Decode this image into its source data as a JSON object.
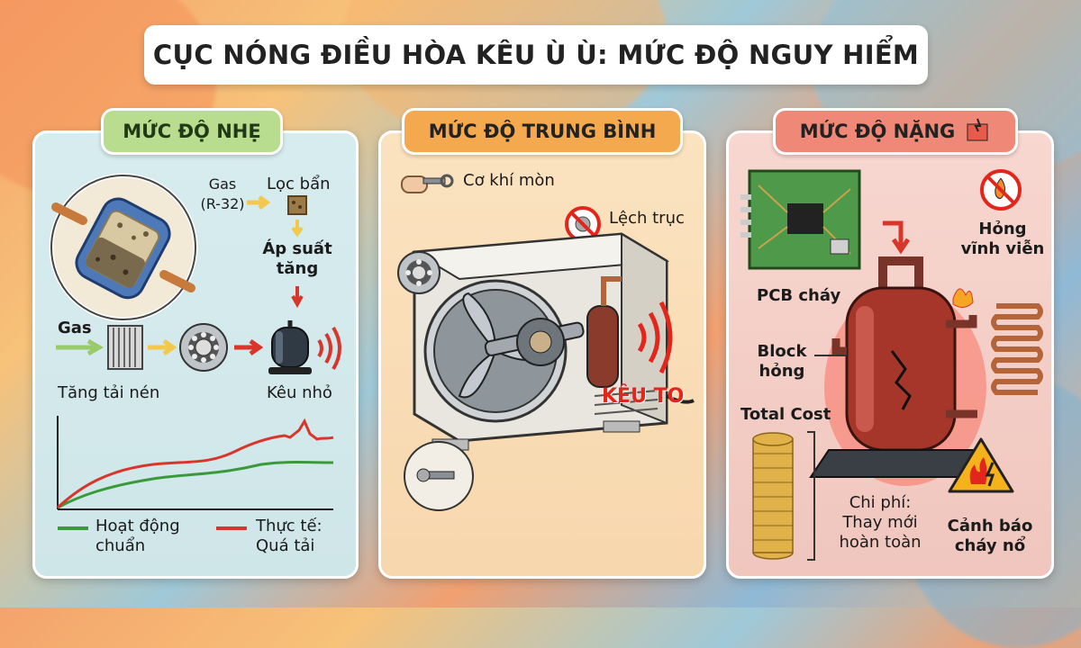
{
  "title": "CỤC NÓNG ĐIỀU HÒA KÊU Ù Ù: MỨC ĐỘ NGUY HIỂM",
  "panels": {
    "mild": {
      "badge": "MỨC ĐỘ NHẸ",
      "gas_r32": "Gas\n(R-32)",
      "dirty_filter": "Lọc bẩn",
      "pressure_up": "Áp suất\ntăng",
      "gas": "Gas",
      "load_increase": "Tăng tải nén",
      "quiet_noise": "Kêu nhỏ",
      "legend_normal": "Hoạt động\nchuẩn",
      "legend_actual": "Thực tế:\nQuá tải"
    },
    "medium": {
      "badge": "MỨC ĐỘ TRUNG BÌNH",
      "worn_mech": "Cơ khí mòn",
      "misalign": "Lệch trục",
      "loud": "KÊU TO"
    },
    "severe": {
      "badge": "MỨC ĐỘ NẶNG",
      "permanent": "Hỏng\nvĩnh viễn",
      "pcb_burn": "PCB cháy",
      "block_fail": "Block\nhỏng",
      "total_cost": "Total Cost",
      "cost_text": "Chi phí:\nThay mới\nhoàn toàn",
      "fire_warning": "Cảnh báo\ncháy nổ"
    }
  },
  "colors": {
    "normal_line": "#3a9a3a",
    "overload_line": "#d9362b",
    "alert_red": "#e3261c",
    "arrow_yellow": "#f2c94c"
  }
}
